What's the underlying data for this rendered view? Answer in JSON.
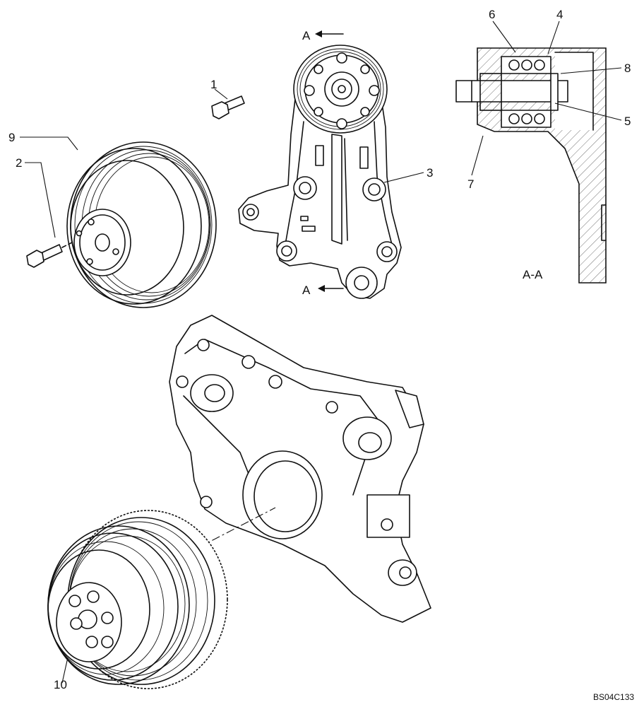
{
  "callouts": {
    "c1": "1",
    "c2": "2",
    "c3": "3",
    "c4": "4",
    "c5": "5",
    "c6": "6",
    "c7": "7",
    "c8": "8",
    "c9": "9",
    "c10": "10"
  },
  "section": {
    "arrow_top": "A",
    "arrow_bottom": "A",
    "view_label": "A-A"
  },
  "drawing_code": "BS04C133"
}
